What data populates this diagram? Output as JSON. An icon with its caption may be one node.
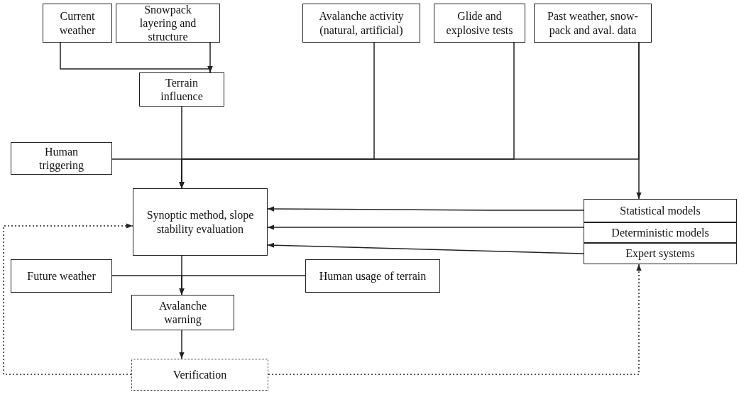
{
  "diagram": {
    "nodes": [
      {
        "text": [
          "Current weather"
        ]
      },
      {
        "text": [
          "Snowpack layering and structure"
        ]
      },
      {
        "text": [
          "Avalanche activity (natural, artificial)"
        ]
      },
      {
        "text": [
          "Glide and explosive tests"
        ]
      },
      {
        "text": [
          "Past weather, snow-pack and aval. data"
        ]
      },
      {
        "text": [
          "Terrain influence"
        ]
      },
      {
        "text": [
          "Human triggering"
        ]
      },
      {
        "text": [
          "Synoptic method, slope stability evaluation"
        ]
      },
      {
        "text": [
          "Statistical models"
        ]
      },
      {
        "text": [
          "Deterministic models"
        ]
      },
      {
        "text": [
          "Expert systems"
        ]
      },
      {
        "text": [
          "Future weather"
        ]
      },
      {
        "text": [
          "Human usage of terrain"
        ]
      },
      {
        "text": [
          "Avalanche warning"
        ]
      },
      {
        "text": [
          "Verification"
        ]
      }
    ],
    "edges": [
      {
        "from": 0,
        "to": 5,
        "arrow": "to"
      },
      {
        "from": 1,
        "to": 5,
        "arrow": "to"
      },
      {
        "from": 5,
        "to": 7,
        "arrow": "to"
      },
      {
        "from": 6,
        "to": 7,
        "arrow": "to"
      },
      {
        "from": 2,
        "to": 7,
        "arrow": "to"
      },
      {
        "from": 3,
        "to": 7,
        "arrow": "to"
      },
      {
        "from": 4,
        "to": 7,
        "arrow": "to"
      },
      {
        "from": 4,
        "to": 8,
        "arrow": "to"
      },
      {
        "from": 8,
        "to": 7,
        "arrow": "to"
      },
      {
        "from": 9,
        "to": 7,
        "arrow": "to"
      },
      {
        "from": 10,
        "to": 7,
        "arrow": "to"
      },
      {
        "from": 7,
        "to": 13,
        "arrow": "to"
      },
      {
        "from": 11,
        "to": 13,
        "arrow": "to"
      },
      {
        "from": 12,
        "to": 13,
        "arrow": "to"
      },
      {
        "from": 13,
        "to": 14,
        "arrow": "to"
      },
      {
        "from": 14,
        "to": 7,
        "arrow": "to",
        "style": "dashed"
      },
      {
        "from": 14,
        "to": 10,
        "arrow": "to",
        "style": "dashed"
      }
    ]
  }
}
